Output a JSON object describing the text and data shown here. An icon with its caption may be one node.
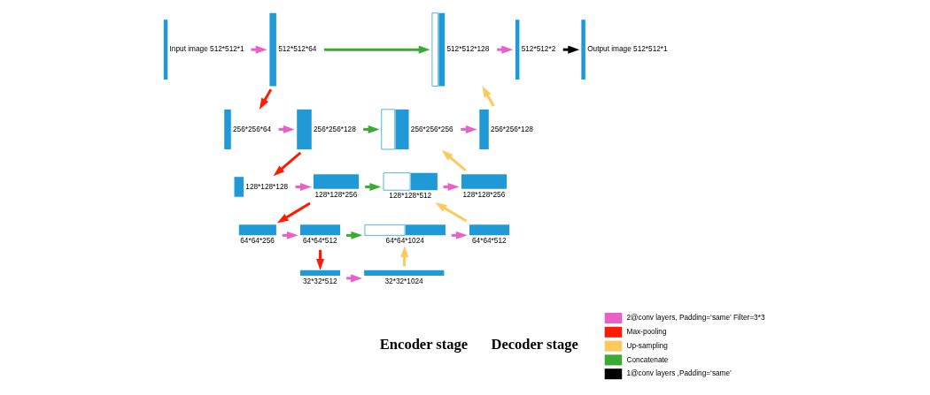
{
  "diagram": {
    "nodes": [
      {
        "text": [],
        "shape": "bar",
        "beside": [
          "Input image 512*512*1"
        ]
      },
      {
        "text": [],
        "shape": "bar",
        "beside": [
          "512*512*64"
        ]
      },
      {
        "text": [],
        "shape": "bar",
        "beside": [
          "256*256*64"
        ]
      },
      {
        "text": [],
        "shape": "bar",
        "beside": [
          "256*256*128"
        ]
      },
      {
        "text": [],
        "shape": "bar",
        "beside": [
          "128*128*128"
        ]
      },
      {
        "text": [],
        "shape": "bar",
        "beside": [
          "128*128*256"
        ]
      },
      {
        "text": [],
        "shape": "bar",
        "beside": [
          "64*64*256"
        ]
      },
      {
        "text": [],
        "shape": "bar",
        "beside": [
          "64*64*512"
        ]
      },
      {
        "text": [],
        "shape": "bar",
        "beside": [
          "32*32*512"
        ]
      },
      {
        "text": [],
        "shape": "bar",
        "beside": [
          "32*32*1024"
        ]
      },
      {
        "text": [],
        "shape": "bar",
        "beside": [
          "64*64*1024"
        ]
      },
      {
        "text": [],
        "shape": "bar",
        "beside": [
          "64*64*512"
        ]
      },
      {
        "text": [],
        "shape": "bar",
        "beside": [
          "128*128*512"
        ]
      },
      {
        "text": [],
        "shape": "bar",
        "beside": [
          "128*128*256"
        ]
      },
      {
        "text": [],
        "shape": "bar",
        "beside": [
          "256*256*256"
        ]
      },
      {
        "text": [],
        "shape": "bar",
        "beside": [
          "256*256*128"
        ]
      },
      {
        "text": [],
        "shape": "bar",
        "beside": [
          "512*512*128"
        ]
      },
      {
        "text": [],
        "shape": "bar",
        "beside": [
          "512*512*2"
        ]
      },
      {
        "text": [],
        "shape": "bar",
        "beside": [
          "Output image 512*512*1"
        ]
      }
    ],
    "edges": [
      {
        "from": 0,
        "to": 1,
        "arrow": "to",
        "color": "#e860c8"
      },
      {
        "from": 1,
        "to": 2,
        "arrow": "to",
        "color": "#ff1a00"
      },
      {
        "from": 2,
        "to": 3,
        "arrow": "to",
        "color": "#e860c8"
      },
      {
        "from": 3,
        "to": 4,
        "arrow": "to",
        "color": "#ff1a00"
      },
      {
        "from": 4,
        "to": 5,
        "arrow": "to",
        "color": "#e860c8"
      },
      {
        "from": 5,
        "to": 6,
        "arrow": "to",
        "color": "#ff1a00"
      },
      {
        "from": 6,
        "to": 7,
        "arrow": "to",
        "color": "#e860c8"
      },
      {
        "from": 7,
        "to": 8,
        "arrow": "to",
        "color": "#ff1a00"
      },
      {
        "from": 8,
        "to": 9,
        "arrow": "to",
        "color": "#e860c8"
      },
      {
        "from": 9,
        "to": 10,
        "arrow": "to",
        "color": "#ffc85a"
      },
      {
        "from": 10,
        "to": 11,
        "arrow": "to",
        "color": "#e860c8"
      },
      {
        "from": 11,
        "to": 12,
        "arrow": "to",
        "color": "#ffc85a"
      },
      {
        "from": 12,
        "to": 13,
        "arrow": "to",
        "color": "#e860c8"
      },
      {
        "from": 13,
        "to": 14,
        "arrow": "to",
        "color": "#ffc85a"
      },
      {
        "from": 14,
        "to": 15,
        "arrow": "to",
        "color": "#e860c8"
      },
      {
        "from": 15,
        "to": 16,
        "arrow": "to",
        "color": "#ffc85a"
      },
      {
        "from": 16,
        "to": 17,
        "arrow": "to",
        "color": "#e860c8"
      },
      {
        "from": 17,
        "to": 18,
        "arrow": "to",
        "color": "#000000"
      },
      {
        "from": 1,
        "to": 16,
        "arrow": "to",
        "color": "#3aaa35"
      },
      {
        "from": 3,
        "to": 14,
        "arrow": "to",
        "color": "#3aaa35"
      },
      {
        "from": 5,
        "to": 12,
        "arrow": "to",
        "color": "#3aaa35"
      },
      {
        "from": 7,
        "to": 10,
        "arrow": "to",
        "color": "#3aaa35"
      }
    ],
    "labels": [
      "Encoder stage",
      "Decoder stage"
    ],
    "legend": [
      {
        "text": "2@conv layers, Padding=‘same’ Filter=3*3",
        "color": "#e860c8"
      },
      {
        "text": "Max-pooling",
        "color": "#ff1a00"
      },
      {
        "text": "Up-sampling",
        "color": "#ffc85a"
      },
      {
        "text": "Concatenate",
        "color": "#3aaa35"
      },
      {
        "text": "1@conv layers ,Padding=‘same’",
        "color": "#000000"
      }
    ]
  }
}
